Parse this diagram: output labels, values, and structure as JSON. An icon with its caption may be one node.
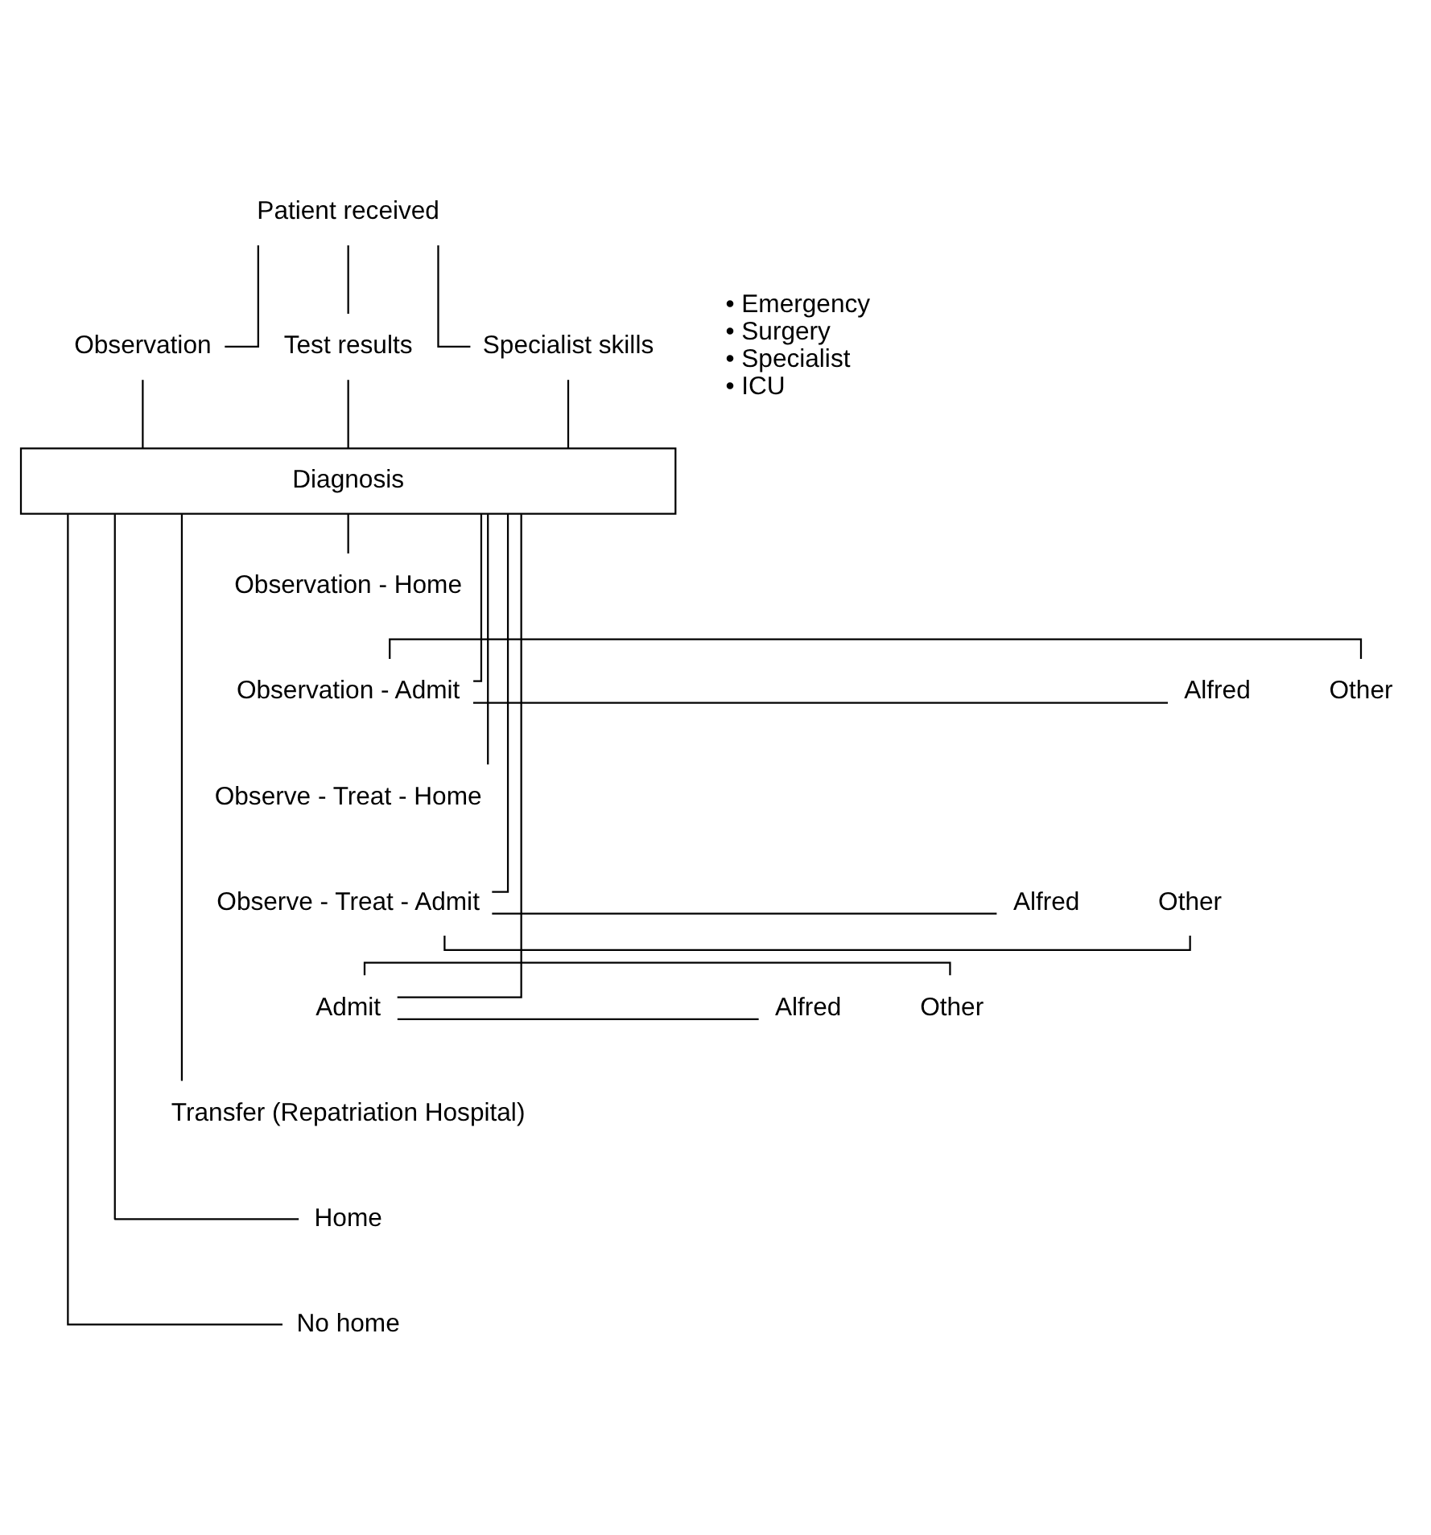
{
  "diagram": {
    "nodes": [
      {
        "text": [
          "Patient received"
        ]
      },
      {
        "text": [
          "Observation"
        ]
      },
      {
        "text": [
          "Test results"
        ]
      },
      {
        "text": [
          "Specialist skills"
        ],
        "beside": [
          "• Emergency",
          "• Surgery",
          "• Specialist",
          "• ICU"
        ]
      },
      {
        "text": [
          "Diagnosis"
        ]
      },
      {
        "text": [
          "Observation - Home"
        ]
      },
      {
        "text": [
          "Observation - Admit"
        ]
      },
      {
        "text": [
          "Alfred"
        ]
      },
      {
        "text": [
          "Other"
        ]
      },
      {
        "text": [
          "Observe - Treat - Home"
        ]
      },
      {
        "text": [
          "Observe - Treat - Admit"
        ]
      },
      {
        "text": [
          "Alfred"
        ]
      },
      {
        "text": [
          "Other"
        ]
      },
      {
        "text": [
          "Admit"
        ]
      },
      {
        "text": [
          "Alfred"
        ]
      },
      {
        "text": [
          "Other"
        ]
      },
      {
        "text": [
          "Transfer (Repatriation Hospital)"
        ]
      },
      {
        "text": [
          "Home"
        ]
      },
      {
        "text": [
          "No home"
        ]
      }
    ],
    "edges": [
      {
        "from": 0,
        "to": 1,
        "arrow": "none"
      },
      {
        "from": 0,
        "to": 2,
        "arrow": "none"
      },
      {
        "from": 0,
        "to": 3,
        "arrow": "none"
      },
      {
        "from": 1,
        "to": 4,
        "arrow": "none"
      },
      {
        "from": 2,
        "to": 4,
        "arrow": "none"
      },
      {
        "from": 3,
        "to": 4,
        "arrow": "none"
      },
      {
        "from": 4,
        "to": 5,
        "arrow": "none"
      },
      {
        "from": 4,
        "to": 6,
        "arrow": "none"
      },
      {
        "from": 6,
        "to": 7,
        "arrow": "none"
      },
      {
        "from": 6,
        "to": 8,
        "arrow": "none"
      },
      {
        "from": 4,
        "to": 9,
        "arrow": "none"
      },
      {
        "from": 4,
        "to": 10,
        "arrow": "none"
      },
      {
        "from": 10,
        "to": 11,
        "arrow": "none"
      },
      {
        "from": 10,
        "to": 12,
        "arrow": "none"
      },
      {
        "from": 4,
        "to": 13,
        "arrow": "none"
      },
      {
        "from": 13,
        "to": 14,
        "arrow": "none"
      },
      {
        "from": 13,
        "to": 15,
        "arrow": "none"
      },
      {
        "from": 4,
        "to": 16,
        "arrow": "none"
      },
      {
        "from": 4,
        "to": 17,
        "arrow": "none"
      },
      {
        "from": 4,
        "to": 18,
        "arrow": "none"
      }
    ]
  }
}
